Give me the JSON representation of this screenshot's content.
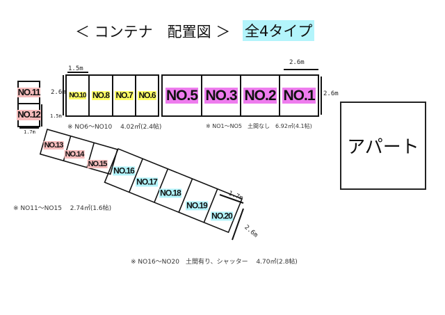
{
  "header": {
    "title": "＜ コンテナ　配置図 ＞",
    "types": "全4タイプ"
  },
  "colors": {
    "yellow": "#ffff66",
    "magenta": "#ee7cee",
    "pink": "#f6bcbc",
    "cyan": "#b3f4fb"
  },
  "top_row": {
    "small": [
      "NO.10",
      "NO.8",
      "NO.7",
      "NO.6"
    ],
    "large": [
      "NO.5",
      "NO.3",
      "NO.2",
      "NO.1"
    ],
    "note_small": "※ NO6〜NO10　 4.02㎡(2.4帖)",
    "note_large": "※ NO1〜NO5　土間なし　6.92㎡(4.1帖)",
    "dim_small_width": "1.5m",
    "dim_small_height": "2.6m",
    "dim_large_width": "2.6m",
    "dim_large_height": "2.6m"
  },
  "left_stack": {
    "cells": [
      "NO.11",
      "NO.12"
    ],
    "dim_height": "1.5m",
    "dim_width": "1.7m"
  },
  "diagonal": {
    "small": [
      "NO.13",
      "NO.14",
      "NO.15"
    ],
    "large": [
      "NO.16",
      "NO.17",
      "NO.18",
      "NO.19",
      "NO.20"
    ],
    "note_small": "※ NO11〜NO15　 2.74㎡(1.6帖)",
    "note_large": "※ NO16〜NO20　土間有り、シャッター　 4.70㎡(2.8帖)",
    "dim_width": "1.7m",
    "dim_depth": "2.6m"
  },
  "apartment": "アパート"
}
